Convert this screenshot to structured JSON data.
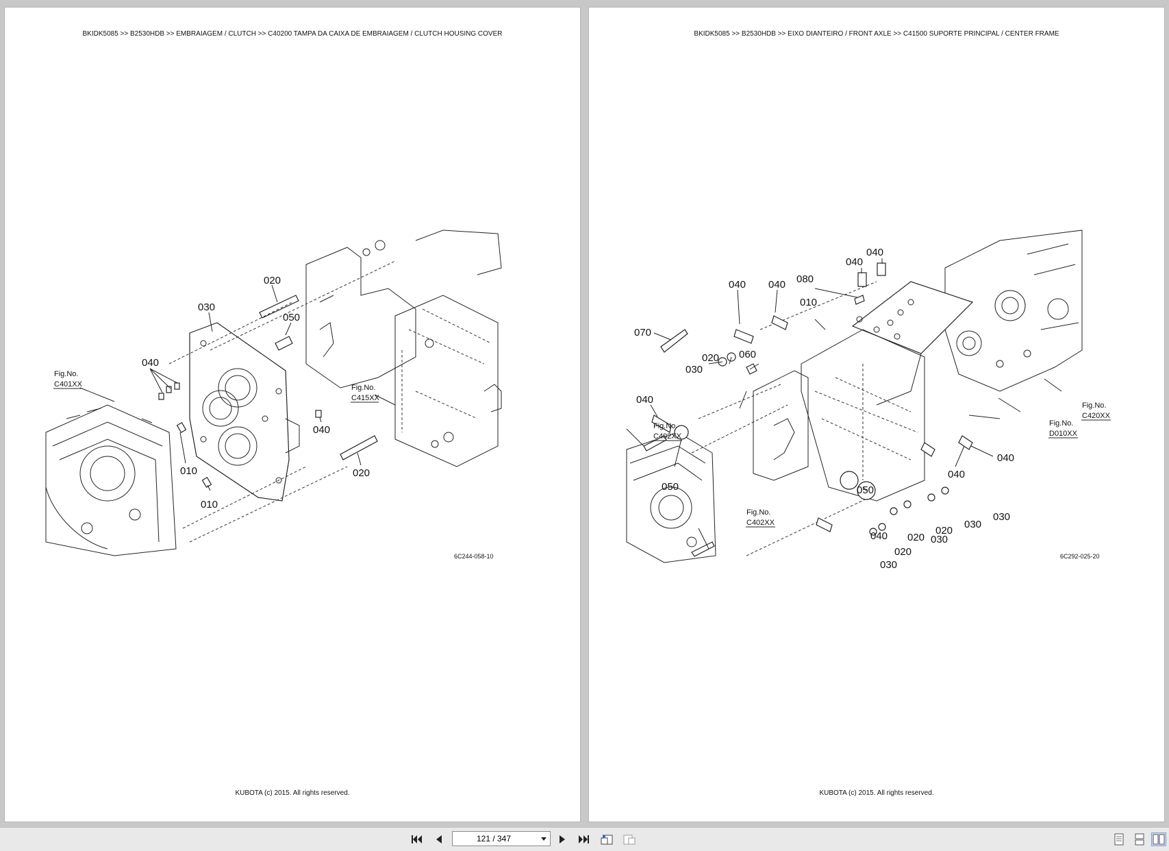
{
  "left_page": {
    "header": "BKIDK5085 >> B2530HDB >> EMBRAIAGEM / CLUTCH >> C40200   TAMPA DA CAIXA DE EMBRAIAGEM / CLUTCH HOUSING COVER",
    "callouts": [
      "020",
      "030",
      "050",
      "040",
      "040",
      "010",
      "010",
      "020"
    ],
    "fig_refs": [
      {
        "line1": "Fig.No.",
        "line2": "C401XX"
      },
      {
        "line1": "Fig.No.",
        "line2": "C415XX"
      }
    ],
    "drawing_number": "6C244-058-10",
    "footer": "KUBOTA (c) 2015. All rights reserved."
  },
  "right_page": {
    "header": "BKIDK5085 >> B2530HDB >> EIXO DIANTEIRO / FRONT AXLE >> C41500   SUPORTE PRINCIPAL / CENTER FRAME",
    "callouts": [
      "040",
      "040",
      "040",
      "080",
      "040",
      "010",
      "070",
      "020",
      "060",
      "030",
      "040",
      "050",
      "050",
      "040",
      "040",
      "030",
      "030",
      "020",
      "020",
      "030",
      "020",
      "040",
      "030"
    ],
    "fig_refs": [
      {
        "line1": "Fig.No.",
        "line2": "C402XX"
      },
      {
        "line1": "Fig.No.",
        "line2": "C402XX"
      },
      {
        "line1": "Fig.No.",
        "line2": "C420XX"
      },
      {
        "line1": "Fig.No.",
        "line2": "D010XX"
      }
    ],
    "drawing_number": "6C292-025-20",
    "footer": "KUBOTA (c) 2015. All rights reserved."
  },
  "toolbar": {
    "page_indicator": "121 / 347",
    "icons": [
      "first-page-icon",
      "prev-page-icon",
      "next-page-icon",
      "last-page-icon",
      "previous-view-icon",
      "next-view-icon",
      "single-page-icon",
      "continuous-icon",
      "two-page-icon"
    ]
  }
}
